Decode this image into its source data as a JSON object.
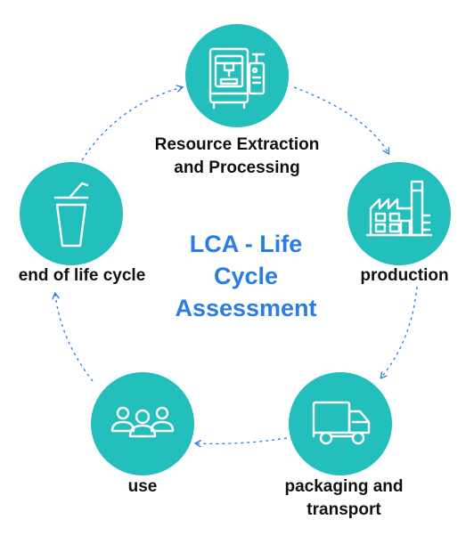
{
  "title": "LCA - Life\nCycle\nAssessment",
  "colors": {
    "circle": "#22bfbd",
    "title": "#2a7de1",
    "arrow": "#2a7de1",
    "label": "#111111",
    "icon": "#ffffff"
  },
  "stages": [
    {
      "id": "resource",
      "label": "Resource Extraction\nand Processing",
      "icon": "3d-printer-machine-icon"
    },
    {
      "id": "production",
      "label": "production",
      "icon": "factory-icon"
    },
    {
      "id": "packaging",
      "label": "packaging and\ntransport",
      "icon": "delivery-truck-icon"
    },
    {
      "id": "use",
      "label": "use",
      "icon": "people-group-icon"
    },
    {
      "id": "end",
      "label": "end of life cycle",
      "icon": "disposable-cup-icon"
    }
  ]
}
